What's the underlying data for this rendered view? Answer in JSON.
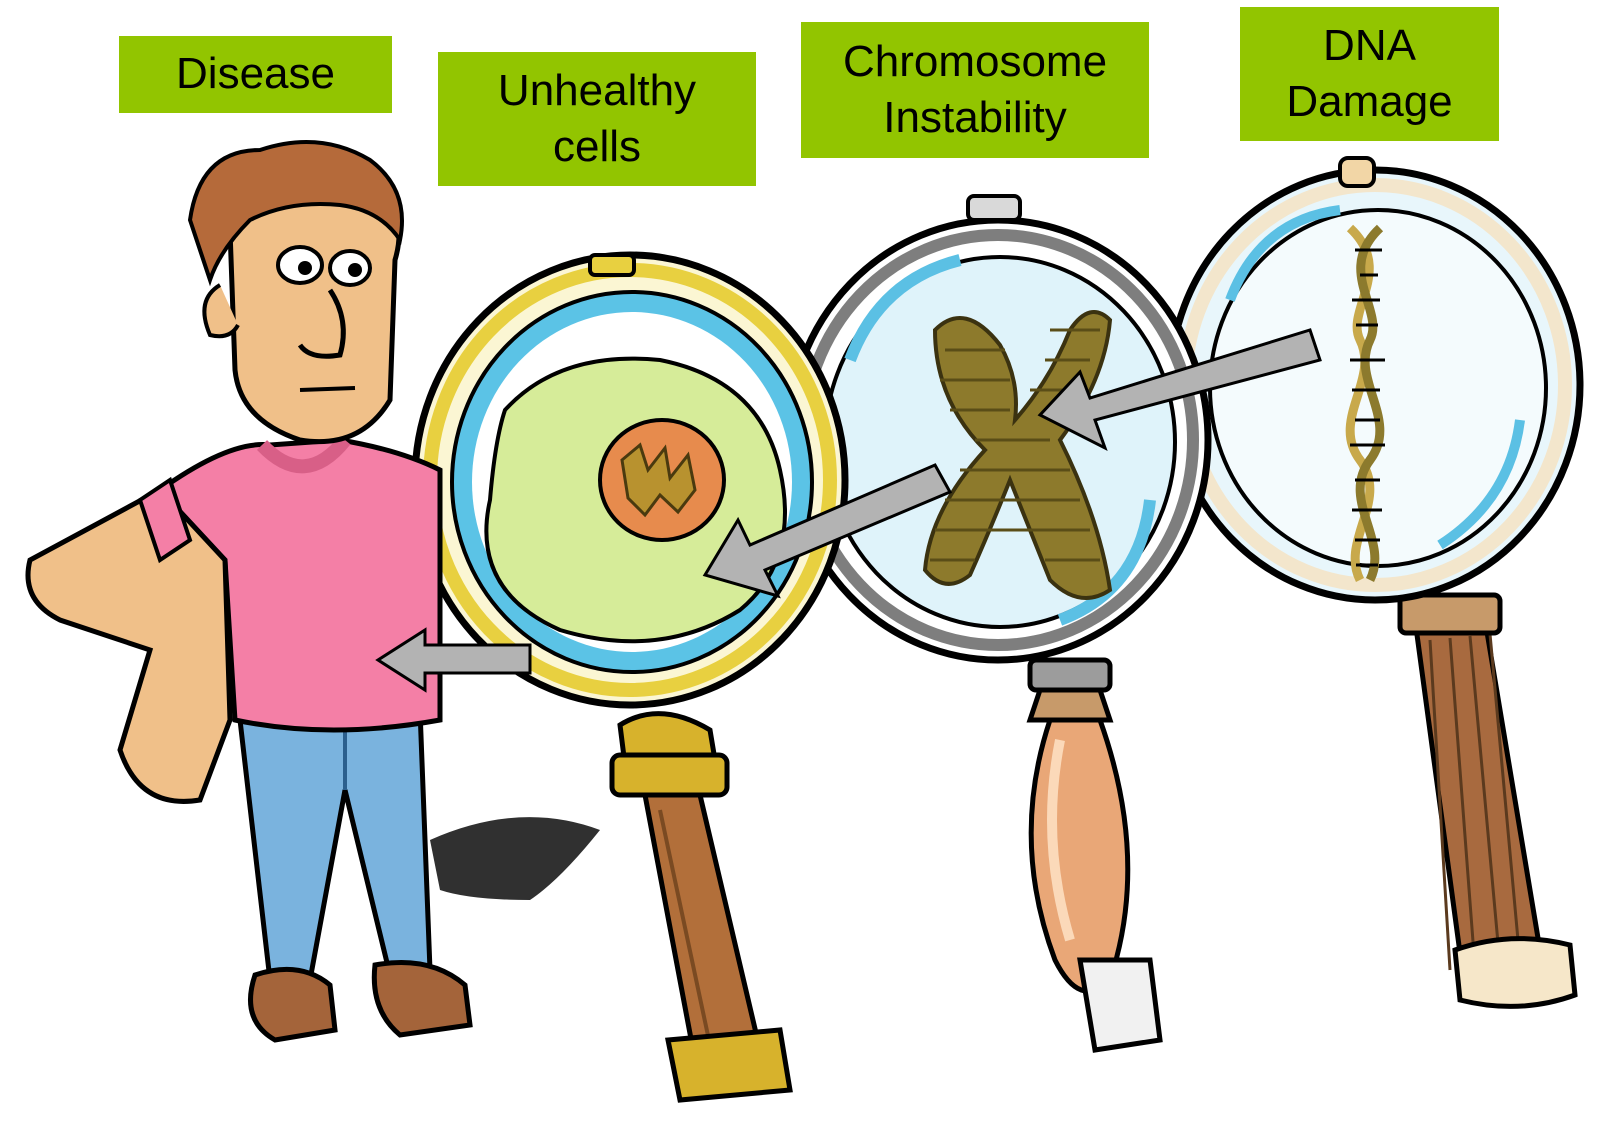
{
  "labels": {
    "disease": "Disease",
    "unhealthy_cells": "Unhealthy\ncells",
    "chromosome_instability": "Chromosome\nInstability",
    "dna_damage": "DNA\nDamage"
  },
  "colors": {
    "label_green": "#92c500",
    "arrow_gray": "#b3b3b3",
    "shirt_pink": "#f47fa6",
    "jeans_blue": "#7ab3de",
    "lens_blue": "#59c3e6",
    "cell_green": "#d6ec99",
    "nucleus_orange": "#e78b4d",
    "chromosome_olive": "#8d7a2c",
    "handle_brown": "#a86a3f"
  }
}
